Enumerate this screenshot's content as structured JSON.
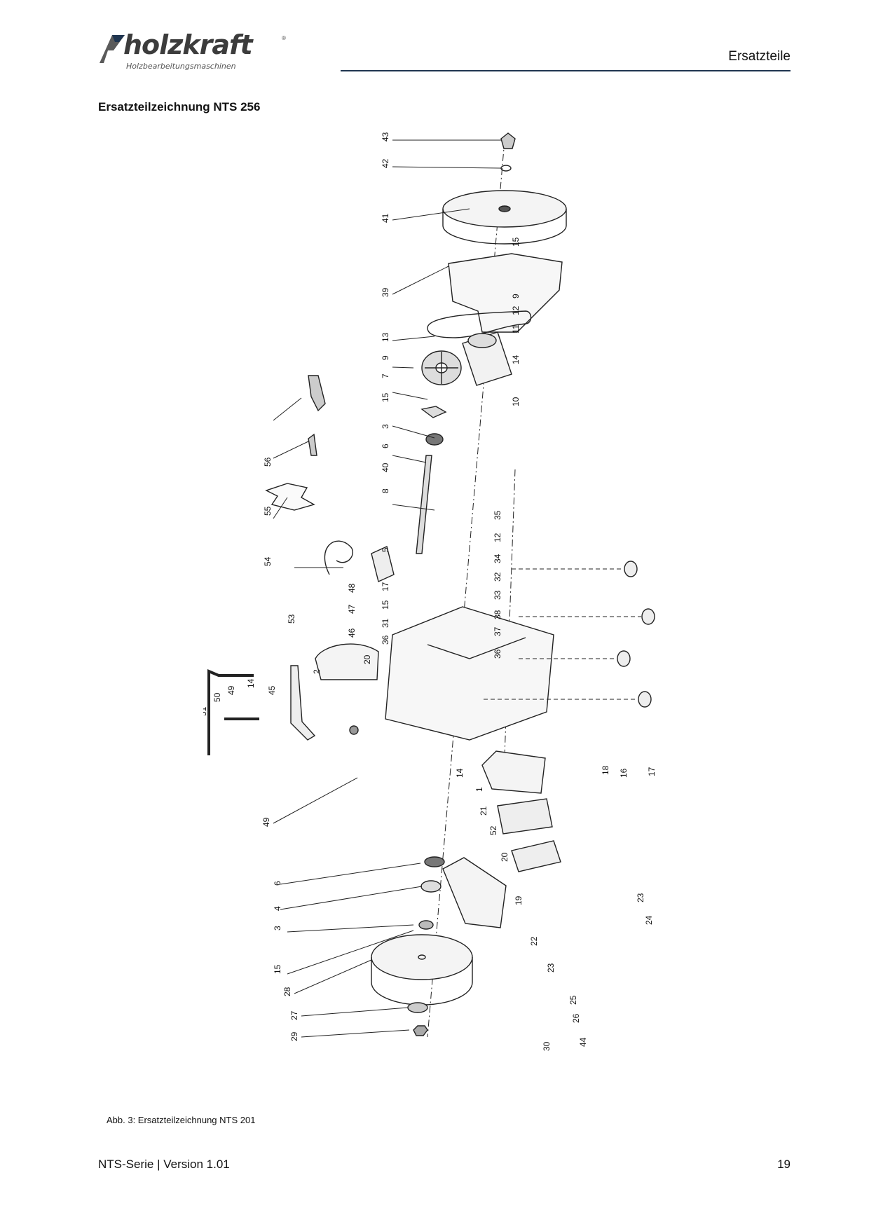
{
  "header": {
    "brand": "holzkraft",
    "tagline": "Holzbearbeitungsmaschinen",
    "registered": "®",
    "section": "Ersatzteile"
  },
  "page_title": "Ersatzteilzeichnung NTS 256",
  "parts": {
    "p1": "1",
    "p2": "2",
    "p3a": "3",
    "p3b": "3",
    "p4": "4",
    "p5": "5",
    "p6a": "6",
    "p6b": "6",
    "p7": "7",
    "p8": "8",
    "p9a": "9",
    "p9b": "9",
    "p10": "10",
    "p11": "11",
    "p12a": "12",
    "p12b": "12",
    "p13": "13",
    "p14a": "14",
    "p14b": "14",
    "p14c": "14",
    "p15a": "15",
    "p15b": "15",
    "p15c": "15",
    "p15d": "15",
    "p16": "16",
    "p17a": "17",
    "p17b": "17",
    "p18": "18",
    "p19": "19",
    "p20a": "20",
    "p20b": "20",
    "p21": "21",
    "p22": "22",
    "p23a": "23",
    "p23b": "23",
    "p24": "24",
    "p25": "25",
    "p26": "26",
    "p27": "27",
    "p28": "28",
    "p29": "29",
    "p30": "30",
    "p31": "31",
    "p32": "32",
    "p33": "33",
    "p34": "34",
    "p35": "35",
    "p36a": "36",
    "p36b": "36",
    "p37": "37",
    "p38": "38",
    "p39": "39",
    "p40": "40",
    "p41": "41",
    "p42": "42",
    "p43": "43",
    "p44": "44",
    "p45": "45",
    "p46": "46",
    "p47": "47",
    "p48": "48",
    "p49a": "49",
    "p49b": "49",
    "p50": "50",
    "p51": "51",
    "p52": "52",
    "p53": "53",
    "p54": "54",
    "p55": "55",
    "p56": "56"
  },
  "caption": "Abb. 3: Ersatzteilzeichnung NTS 201",
  "footer": {
    "doc": "NTS-Serie | Version 1.01",
    "page": "19"
  }
}
